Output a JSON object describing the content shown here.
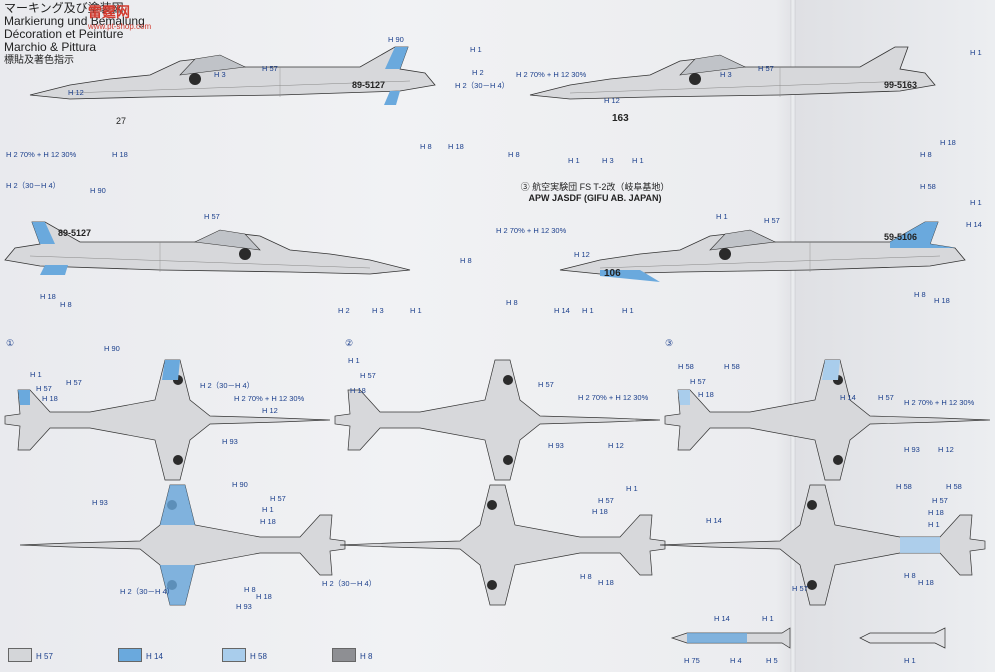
{
  "header": {
    "watermark": "雷霆网",
    "watermark_sub": "www.pt-shop.com",
    "line1": "マーキング及び塗装図",
    "line2": "Markierung und Bemalung",
    "line3": "Décoration et Peinture",
    "line4": "Marchio & Pittura",
    "line5": "標貼及著色指示"
  },
  "caption": {
    "line1": "③ 航空実験団 FS T-2改（岐阜基地）",
    "line2": "APW JASDF (GIFU AB. JAPAN)"
  },
  "serials": {
    "a": "89-5127",
    "b": "99-5163",
    "c": "59-5106",
    "d": "163",
    "e": "106",
    "f": "27"
  },
  "section_numbers": [
    "①",
    "②",
    "③"
  ],
  "labels": {
    "h1": "H 1",
    "h2": "H 2",
    "h3": "H 3",
    "h4": "H 4",
    "h5": "H 5",
    "h8": "H 8",
    "h12": "H 12",
    "h14": "H 14",
    "h18": "H 18",
    "h57": "H 57",
    "h58": "H 58",
    "h75": "H 75",
    "h90": "H 90",
    "h93": "H 93",
    "mix": "H 2 70% + H 12 30%",
    "h2mix": "H 2（30－H 4）"
  },
  "swatches": [
    {
      "label": "H 57",
      "color": "#d4d6d9"
    },
    {
      "label": "H 14",
      "color": "#6aa9dd"
    },
    {
      "label": "H 58",
      "color": "#a9cdec"
    },
    {
      "label": "H 8",
      "color": "#8e8f93"
    }
  ],
  "colors": {
    "aircraft_gray": "#d7d8db",
    "blue": "#6aa9dd",
    "light_blue": "#a9cdec",
    "dark": "#3a3a3c"
  }
}
